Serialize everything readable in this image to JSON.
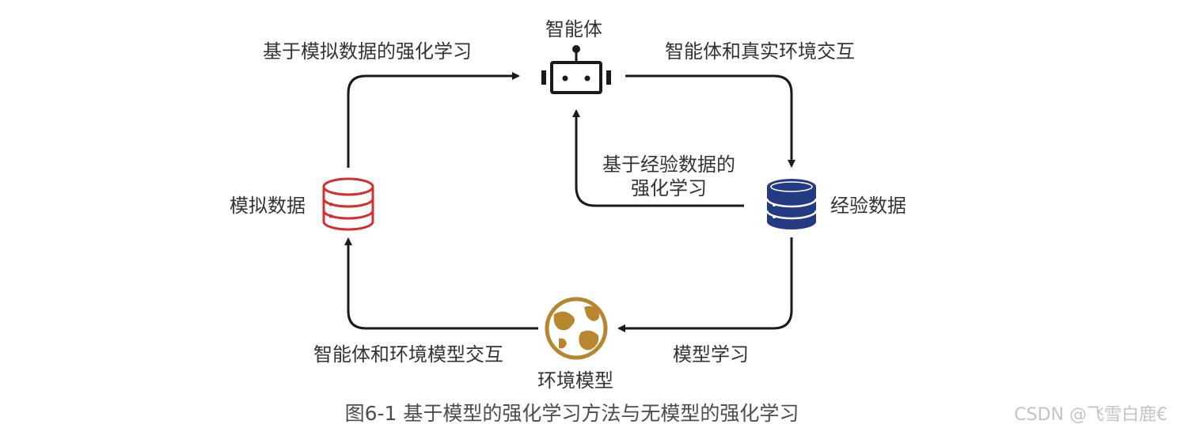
{
  "nodes": {
    "agent": "智能体",
    "simulated_data": "模拟数据",
    "experience_data": "经验数据",
    "environment_model": "环境模型"
  },
  "edges": {
    "sim_to_agent": "基于模拟数据的强化学习",
    "agent_to_env": "智能体和真实环境交互",
    "exp_to_agent_line1": "基于经验数据的",
    "exp_to_agent_line2": "强化学习",
    "exp_to_model": "模型学习",
    "model_to_sim": "智能体和环境模型交互"
  },
  "caption": "图6-1 基于模型的强化学习方法与无模型的强化学习",
  "watermark": "CSDN @飞雪白鹿€",
  "colors": {
    "arrow": "#1a1a1a",
    "simulated_db": "#d62d2d",
    "experience_db": "#243a82",
    "environment_globe": "#b8862e"
  }
}
